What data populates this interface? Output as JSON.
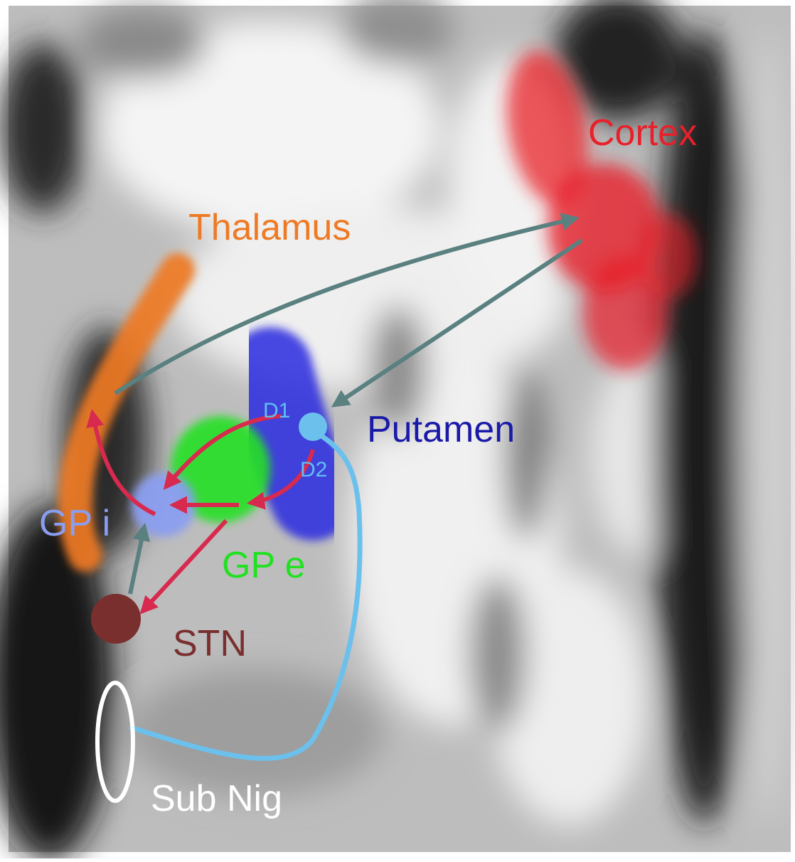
{
  "labels": {
    "cortex": "Cortex",
    "thalamus": "Thalamus",
    "putamen": "Putamen",
    "d1": "D1",
    "d2": "D2",
    "gpi": "GP i",
    "gpe": "GP e",
    "stn": "STN",
    "sub_nig": "Sub Nig"
  },
  "colors": {
    "cortex": "#e8202a",
    "thalamus": "#ee7a25",
    "putamen": "#1a1aa8",
    "putamen_blob": "#2a2ae0",
    "d_labels": "#5fc0f0",
    "gpi": "#8a9ef0",
    "gpe": "#22e022",
    "stn": "#7a2f2f",
    "sub_nig": "#ffffff",
    "inhibitory_arrow": "#d82a4e",
    "excitatory_arrow": "#5a8080",
    "dopamine_path": "#6cc0ec"
  }
}
